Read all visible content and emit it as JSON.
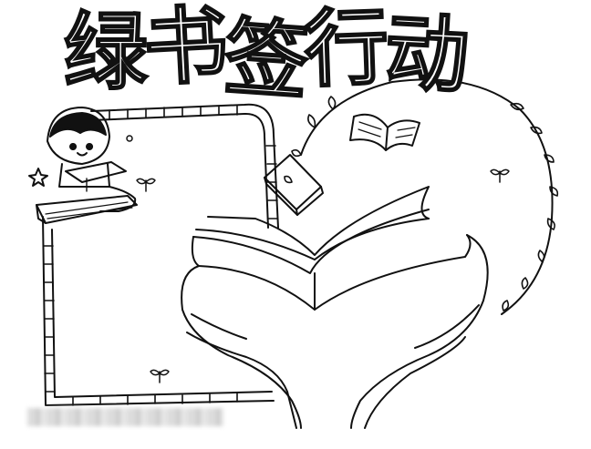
{
  "title": {
    "chars": [
      "绿",
      "书",
      "签",
      "行",
      "动"
    ]
  },
  "colors": {
    "ink": "#111111",
    "paper": "#ffffff"
  },
  "watermark": {
    "blurred": true
  }
}
